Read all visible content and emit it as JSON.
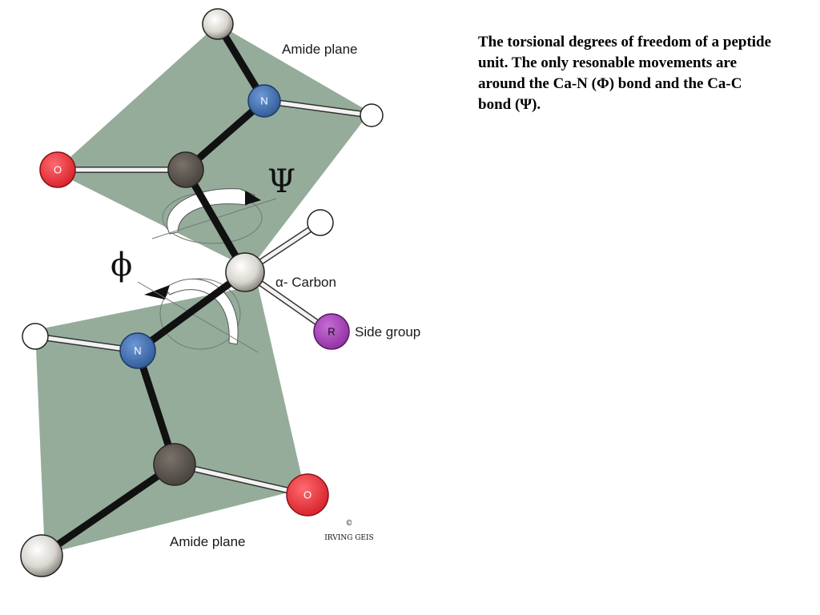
{
  "caption": "The torsional degrees of freedom of a peptide unit. The only resonable movements are around the Ca-N (Φ) bond and the Ca-C bond (Ψ).",
  "diagram": {
    "upper_plane_label": "Amide plane",
    "lower_plane_label": "Amide plane",
    "alpha_carbon_label": "α- Carbon",
    "side_group_label": "Side group",
    "psi_symbol": "Ψ",
    "phi_symbol": "ϕ",
    "atom_labels": {
      "nitrogen_upper": "N",
      "nitrogen_lower": "N",
      "oxygen_upper": "O",
      "oxygen_lower": "O",
      "r_group": "R"
    },
    "copyright_mark": "©",
    "artist_signature": "IRVING GEIS"
  },
  "colors": {
    "plane": "#8fa896",
    "nitrogen": "#3f6fb0",
    "oxygen": "#e8323a",
    "carbonyl_carbon": "#5d5650",
    "r_group": "#a03fb4",
    "hydrogen": "#ffffff",
    "bond_backbone": "#111111"
  }
}
